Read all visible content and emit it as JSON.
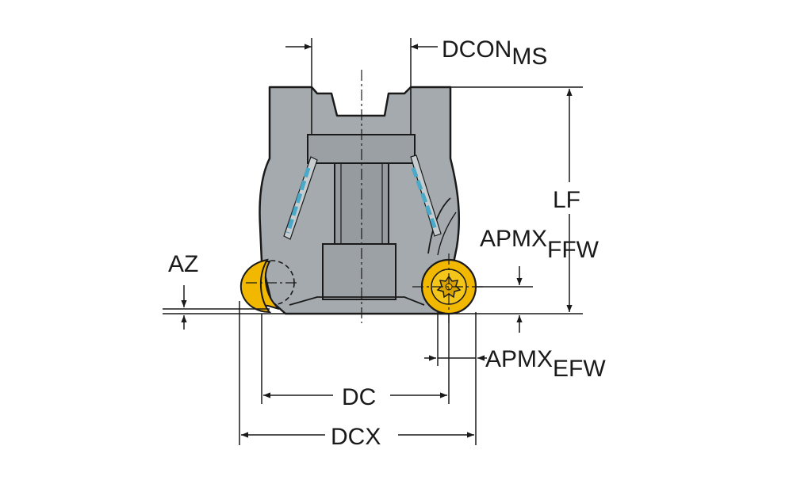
{
  "labels": {
    "dcon_main": "DCON",
    "dcon_sub": "MS",
    "lf": "LF",
    "apmx_ffw_main": "APMX",
    "apmx_ffw_sub": "FFW",
    "apmx_efw_main": "APMX",
    "apmx_efw_sub": "EFW",
    "az": "AZ",
    "dc": "DC",
    "dcx": "DCX"
  },
  "colors": {
    "body": "#a4aaad",
    "body_dark": "#7f8689",
    "outline": "#1a1a1a",
    "insert": "#f2b800",
    "insert_dark": "#c08f00",
    "coolant": "#4aa8c8",
    "dimension": "#1a1a1a"
  }
}
